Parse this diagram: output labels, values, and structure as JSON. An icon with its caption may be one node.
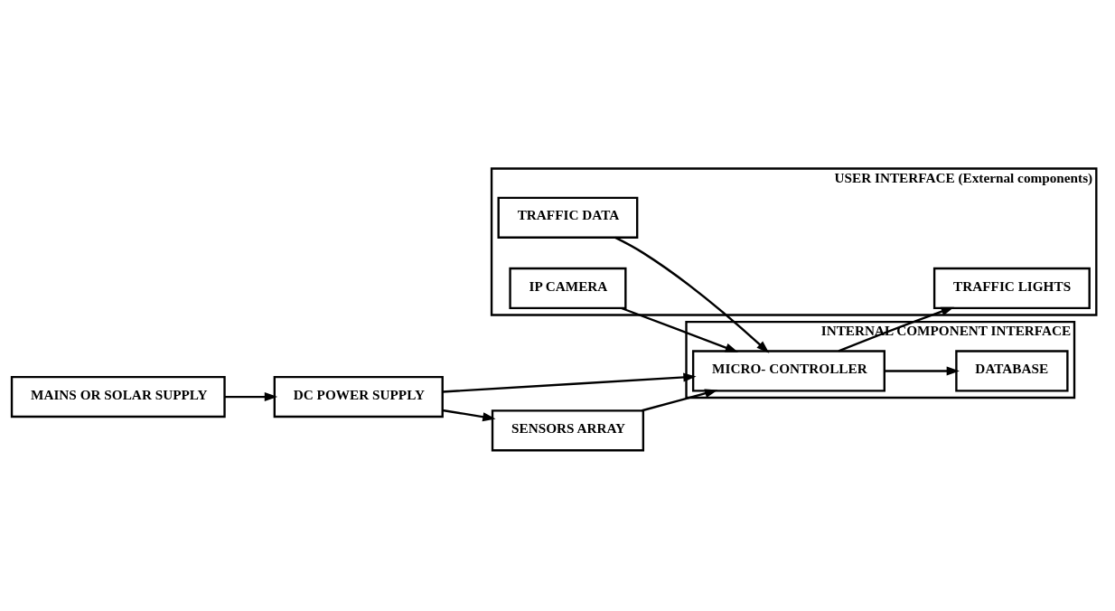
{
  "diagram": {
    "nodes": [
      {
        "text": [
          "USER INTERFACE (External components)"
        ]
      },
      {
        "text": [
          "TRAFFIC DATA"
        ],
        "in": 0
      },
      {
        "text": [
          "IP CAMERA"
        ],
        "in": 0
      },
      {
        "text": [
          "TRAFFIC LIGHTS"
        ],
        "in": 0
      },
      {
        "text": [
          "MAINS OR SOLAR SUPPLY"
        ]
      },
      {
        "text": [
          "DC POWER SUPPLY"
        ]
      },
      {
        "text": [
          "INTERNAL COMPONENT INTERFACE"
        ]
      },
      {
        "text": [
          "MICRO- CONTROLLER"
        ],
        "in": 6
      },
      {
        "text": [
          "DATABASE"
        ],
        "in": 6
      },
      {
        "text": [
          "SENSORS ARRAY"
        ]
      }
    ],
    "edges": [
      {
        "from": 4,
        "to": 5,
        "arrow": "to"
      },
      {
        "from": 5,
        "to": 7,
        "arrow": "to"
      },
      {
        "from": 5,
        "to": 9,
        "arrow": "to"
      },
      {
        "from": 9,
        "to": 7,
        "arrow": "to"
      },
      {
        "from": 1,
        "to": 7,
        "arrow": "to"
      },
      {
        "from": 2,
        "to": 7,
        "arrow": "to"
      },
      {
        "from": 7,
        "to": 3,
        "arrow": "to"
      },
      {
        "from": 7,
        "to": 8,
        "arrow": "to"
      }
    ]
  }
}
